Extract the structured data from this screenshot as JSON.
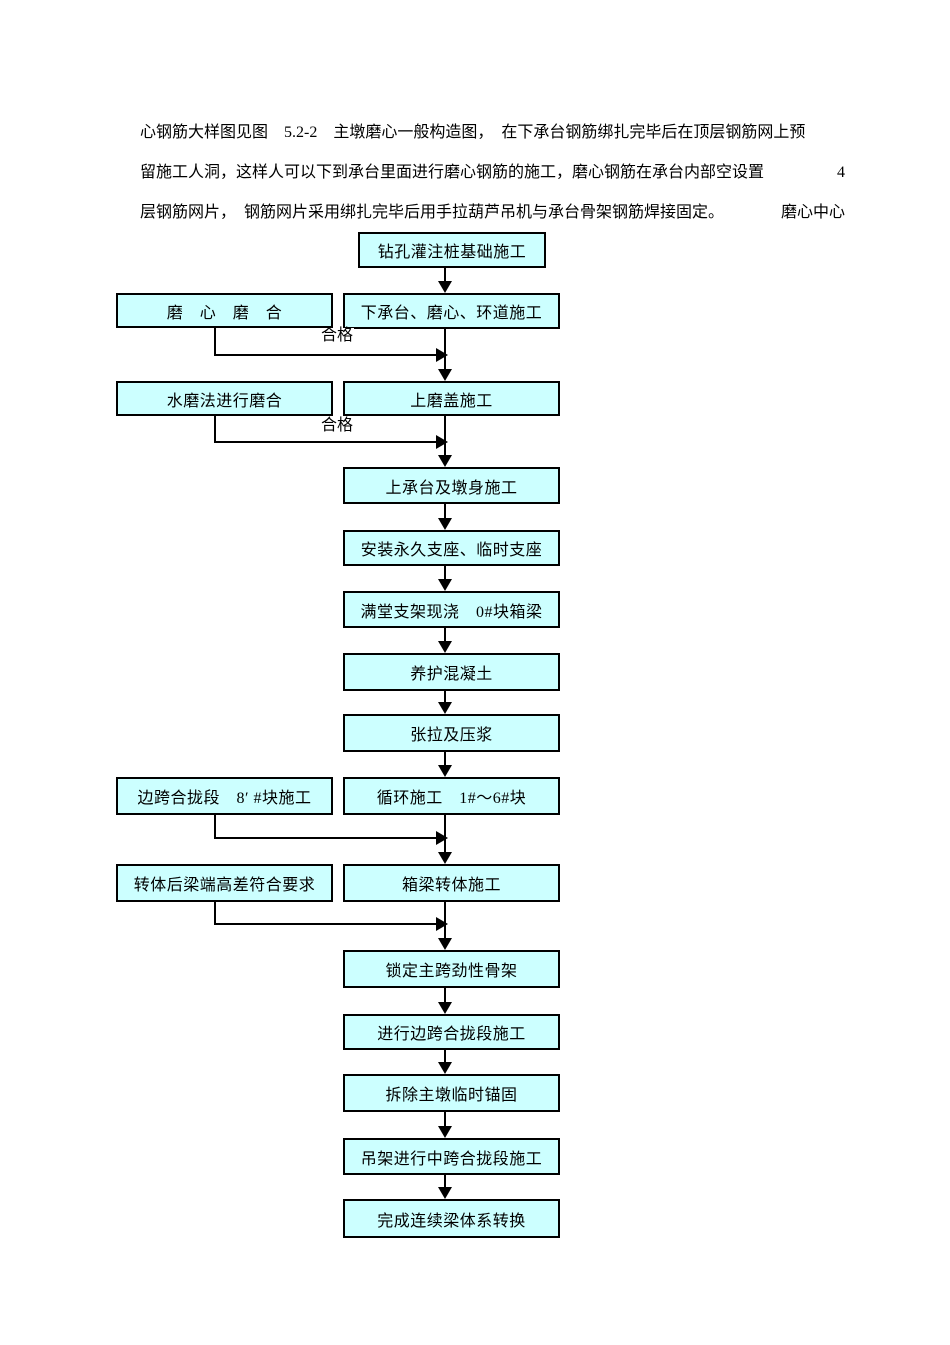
{
  "document": {
    "background": "#ffffff",
    "paragraph": {
      "line1": "心钢筋大样图见图　5.2-2　主墩磨心一般构造图，　在下承台钢筋绑扎完毕后在顶层钢筋网上预",
      "line2_text": "留施工人洞，这样人可以下到承台里面进行磨心钢筋的施工，磨心钢筋在承台内部空设置",
      "line2_right": "4",
      "line3_text": "层钢筋网片，　钢筋网片采用绑扎完毕后用手拉葫芦吊机与承台骨架钢筋焊接固定。",
      "line3_right": "磨心中心"
    }
  },
  "flowchart": {
    "colors": {
      "box_fill": "#ccffff",
      "box_border": "#000000",
      "connector": "#000000"
    },
    "pass_label": "合格",
    "main_steps": [
      {
        "label": "钻孔灌注桩基础施工"
      },
      {
        "label": "下承台、磨心、环道施工"
      },
      {
        "label": "上磨盖施工"
      },
      {
        "label": "上承台及墩身施工"
      },
      {
        "label": "安装永久支座、临时支座"
      },
      {
        "label": "满堂支架现浇　0#块箱梁"
      },
      {
        "label": "养护混凝土"
      },
      {
        "label": "张拉及压浆"
      },
      {
        "label": "循环施工　1#～6#块"
      },
      {
        "label": "箱梁转体施工"
      },
      {
        "label": "锁定主跨劲性骨架"
      },
      {
        "label": "进行边跨合拢段施工"
      },
      {
        "label": "拆除主墩临时锚固"
      },
      {
        "label": "吊架进行中跨合拢段施工"
      },
      {
        "label": "完成连续梁体系转换"
      }
    ],
    "side_steps": [
      {
        "label": "磨　心　磨　合"
      },
      {
        "label": "水磨法进行磨合"
      },
      {
        "label": "边跨合拢段　8′ #块施工"
      },
      {
        "label": "转体后梁端高差符合要求"
      }
    ]
  }
}
